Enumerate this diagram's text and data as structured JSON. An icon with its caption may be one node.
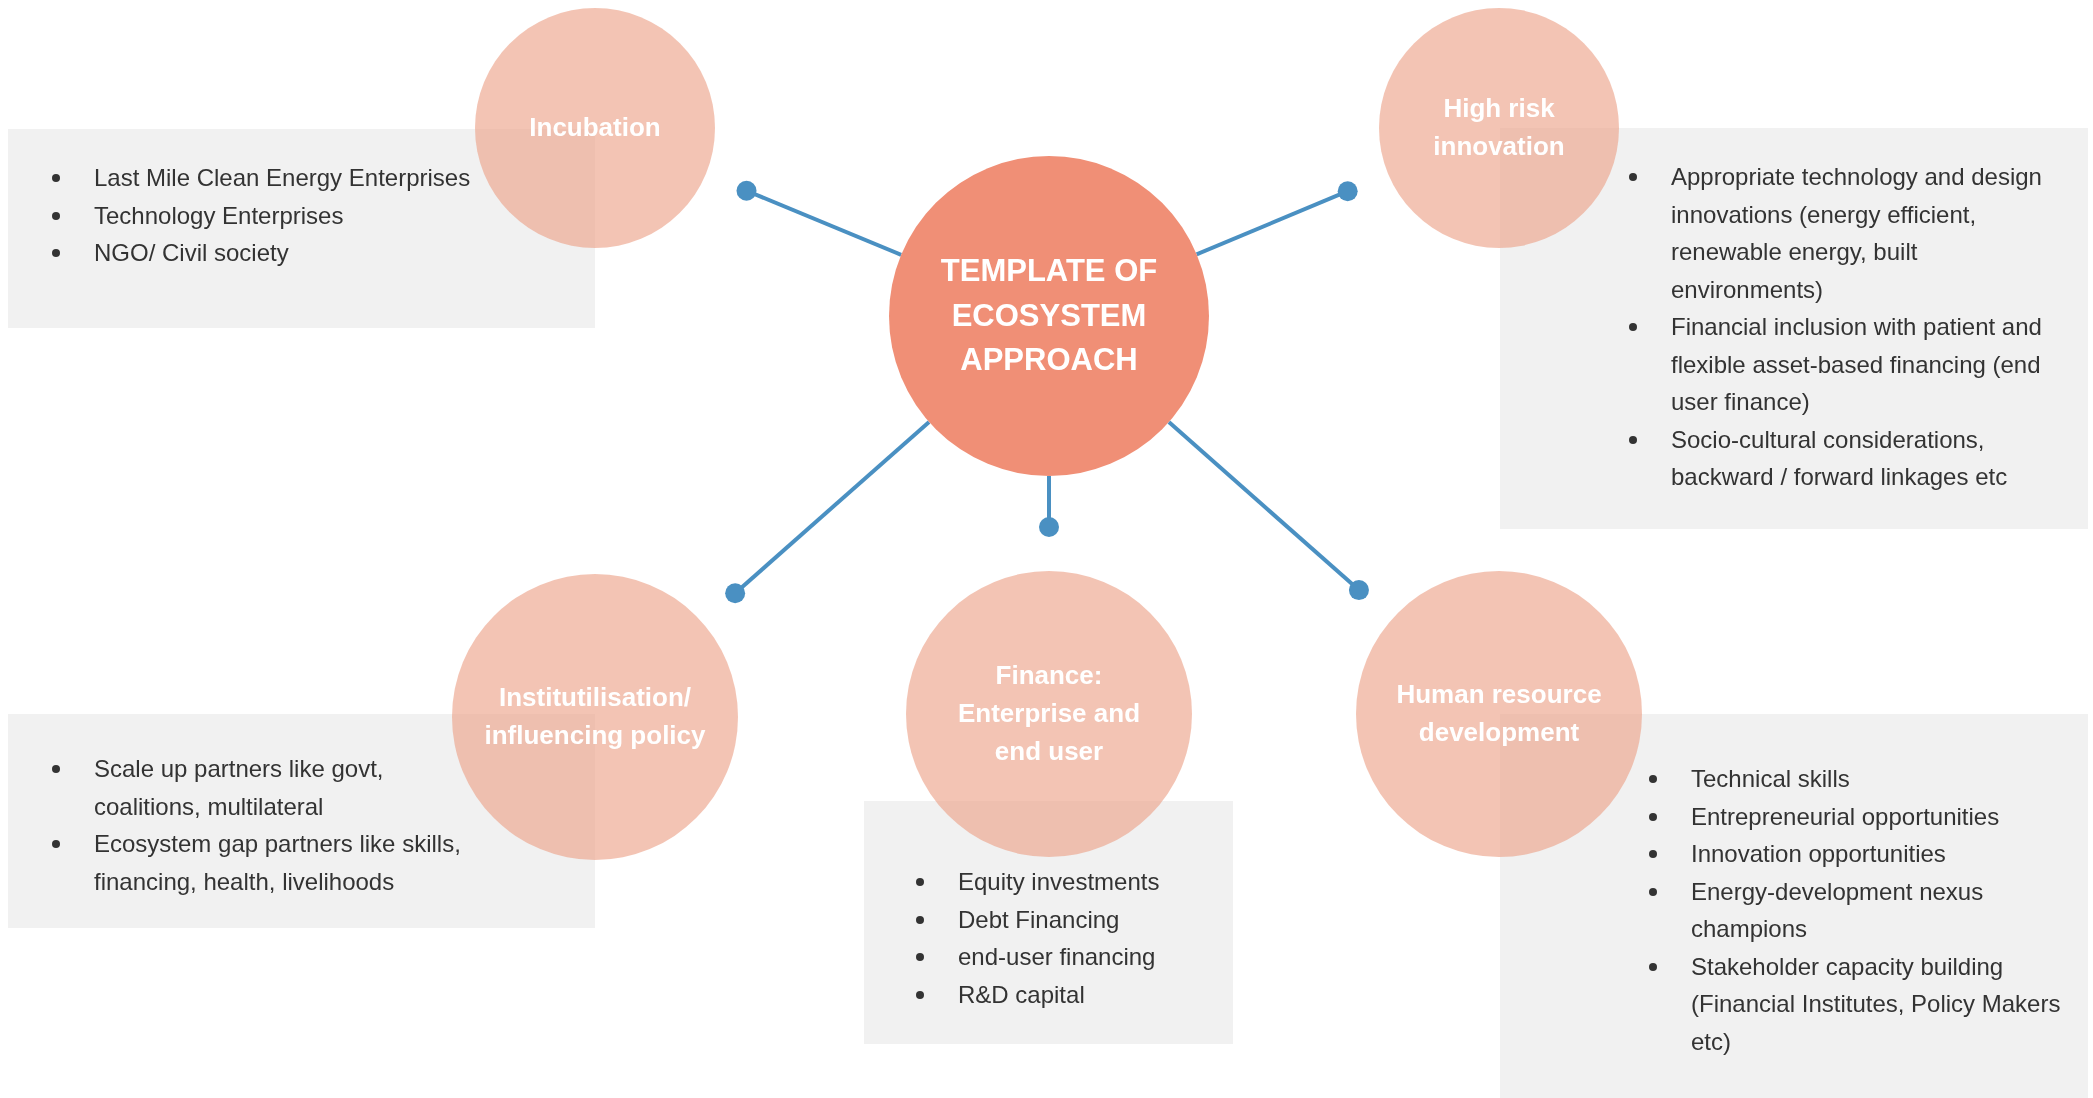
{
  "diagram": {
    "nodes": [
      {
        "text": [
          "TEMPLATE OF ECOSYSTEM APPROACH"
        ]
      },
      {
        "text": [
          "Incubation"
        ]
      },
      {
        "text": [
          "Last Mile Clean Energy Enterprises",
          "Technology Enterprises",
          "NGO/ Civil society"
        ]
      },
      {
        "text": [
          "High risk innovation"
        ]
      },
      {
        "text": [
          "Appropriate technology and design innovations (energy efficient, renewable energy, built environments)",
          "Financial inclusion with patient and flexible asset-based financing (end user finance)",
          "Socio-cultural considerations, backward / forward linkages etc"
        ]
      },
      {
        "text": [
          "Institutilisation/ influencing policy"
        ]
      },
      {
        "text": [
          "Scale up partners like govt, coalitions, multilateral",
          "Ecosystem gap partners like skills, financing, health, livelihoods"
        ]
      },
      {
        "text": [
          "Finance: Enterprise and end user"
        ]
      },
      {
        "text": [
          "Equity investments",
          "Debt Financing",
          "end-user financing",
          "R&D capital"
        ]
      },
      {
        "text": [
          "Human resource development"
        ]
      },
      {
        "text": [
          "Technical skills",
          "Entrepreneurial opportunities",
          "Innovation opportunities",
          "Energy-development nexus champions",
          "Stakeholder capacity building (Financial Institutes, Policy Makers etc)"
        ]
      }
    ],
    "edges": [
      {
        "from": 0,
        "to": 1,
        "arrow": "other"
      },
      {
        "from": 0,
        "to": 3,
        "arrow": "other"
      },
      {
        "from": 0,
        "to": 5,
        "arrow": "other"
      },
      {
        "from": 0,
        "to": 7,
        "arrow": "other"
      },
      {
        "from": 0,
        "to": 9,
        "arrow": "other"
      }
    ]
  }
}
